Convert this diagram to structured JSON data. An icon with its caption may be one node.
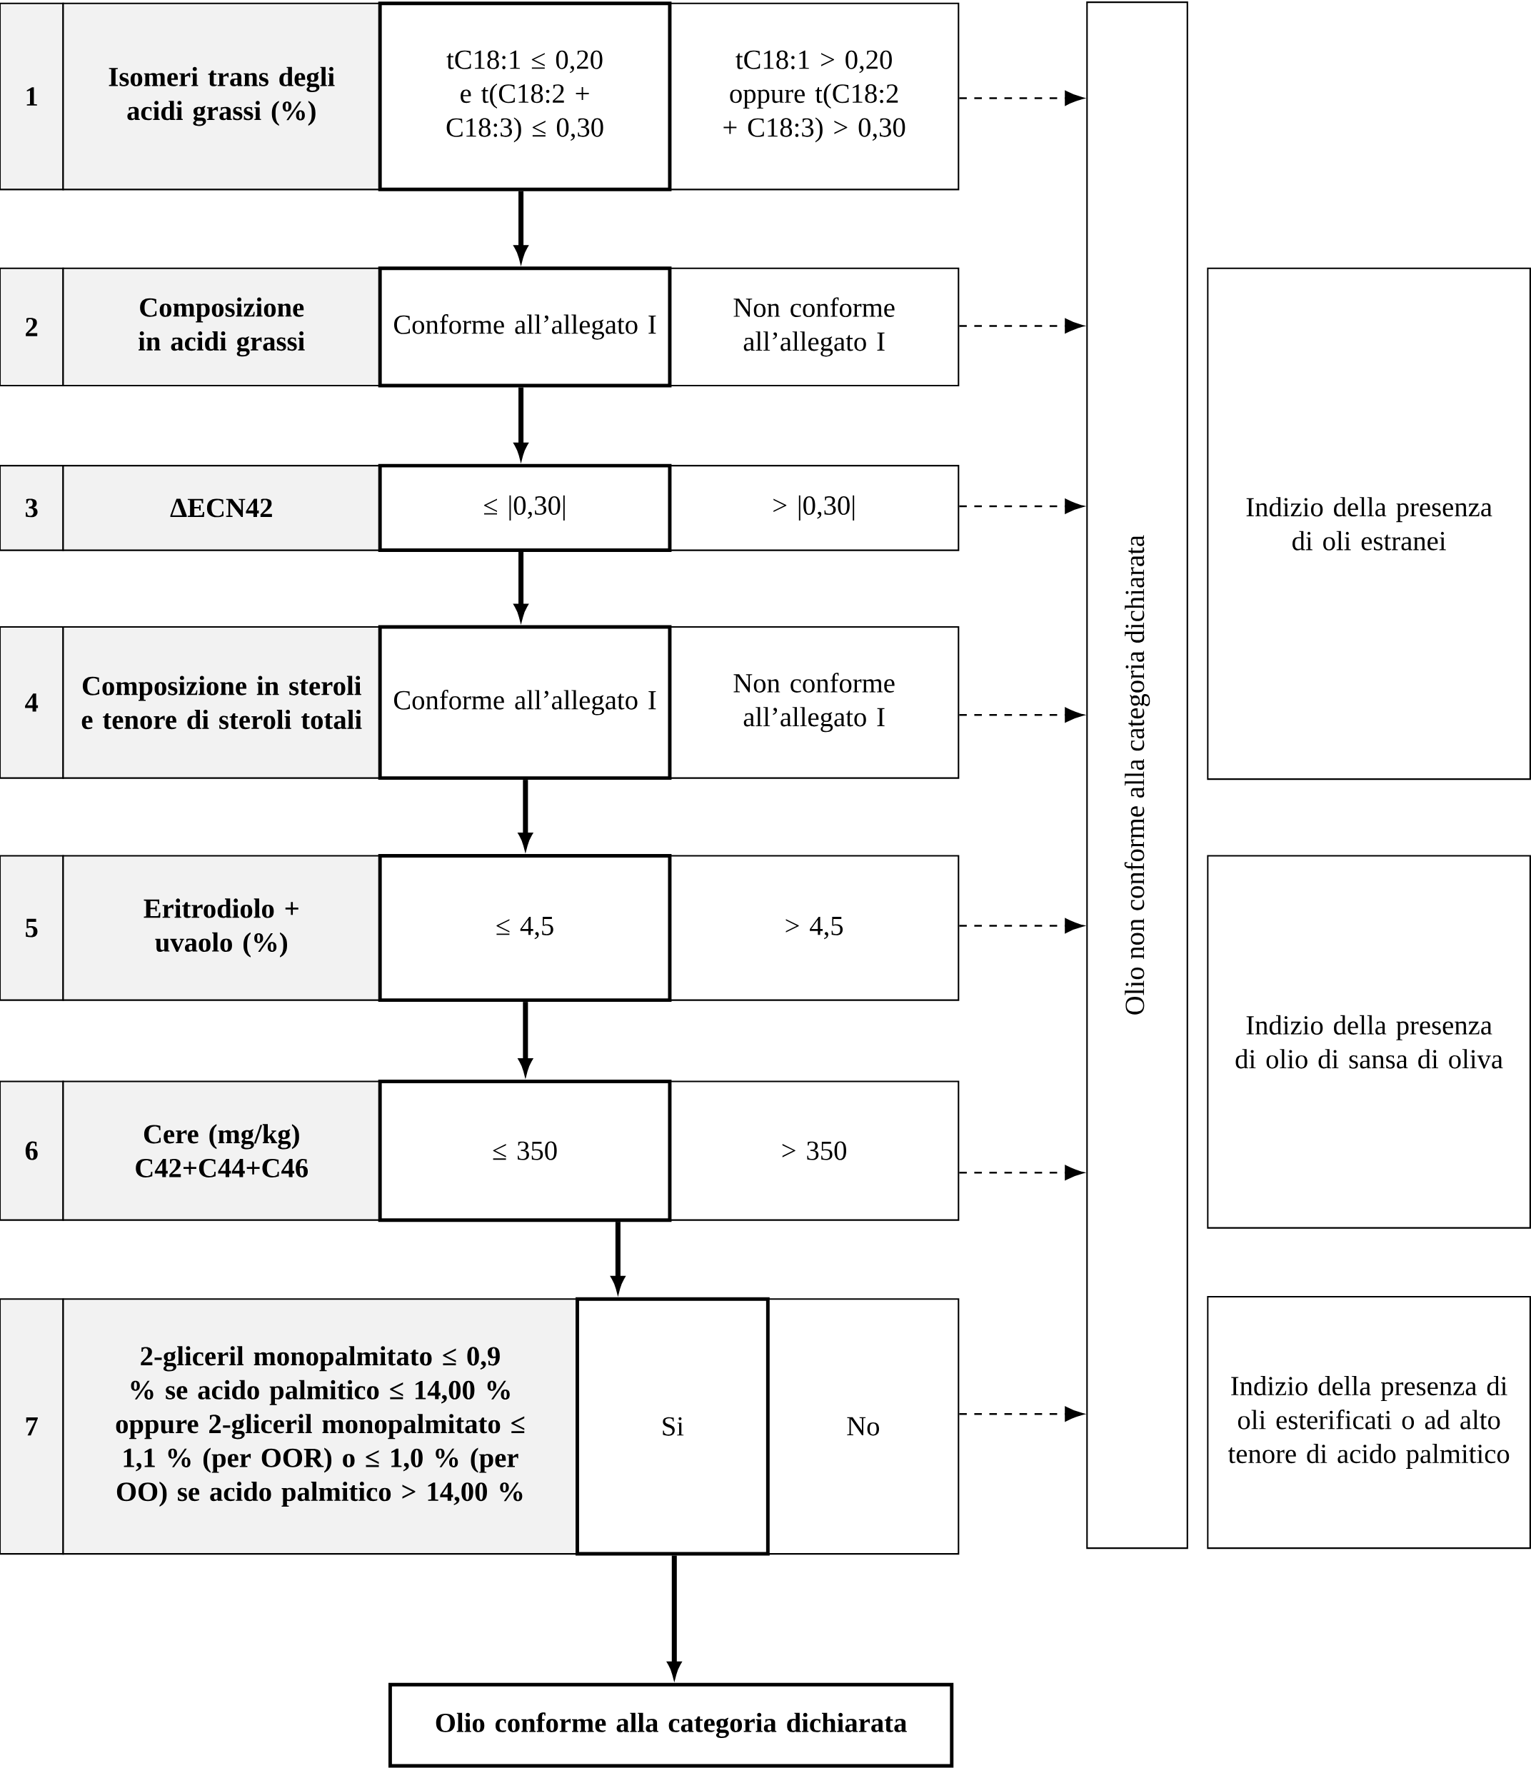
{
  "diagram": {
    "nodes": [
      {
        "text": [
          "1"
        ]
      },
      {
        "text": [
          "Isomeri trans degli acidi grassi (%)"
        ]
      },
      {
        "text": [
          "tC18:1 ≤ 0,20 e t(C18:2 + C18:3) ≤ 0,30"
        ]
      },
      {
        "text": [
          "tC18:1 > 0,20 oppure t(C18:2 + C18:3) > 0,30"
        ]
      },
      {
        "text": [
          "2"
        ]
      },
      {
        "text": [
          "Composizione in acidi grassi"
        ]
      },
      {
        "text": [
          "Conforme all’allegato I"
        ]
      },
      {
        "text": [
          "Non conforme all’allegato I"
        ]
      },
      {
        "text": [
          "3"
        ]
      },
      {
        "text": [
          "ΔECN42"
        ]
      },
      {
        "text": [
          "≤ |0,30|"
        ]
      },
      {
        "text": [
          "> |0,30|"
        ]
      },
      {
        "text": [
          "4"
        ]
      },
      {
        "text": [
          "Composizione in steroli e tenore di steroli totali"
        ]
      },
      {
        "text": [
          "Conforme all’allegato I"
        ]
      },
      {
        "text": [
          "Non conforme all’allegato I"
        ]
      },
      {
        "text": [
          "5"
        ]
      },
      {
        "text": [
          "Eritrodiolo + uvaolo (%)"
        ]
      },
      {
        "text": [
          "≤ 4,5"
        ]
      },
      {
        "text": [
          "> 4,5"
        ]
      },
      {
        "text": [
          "6"
        ]
      },
      {
        "text": [
          "Cere (mg/kg) C42+C44+C46"
        ]
      },
      {
        "text": [
          "≤ 350"
        ]
      },
      {
        "text": [
          "> 350"
        ]
      },
      {
        "text": [
          "7"
        ]
      },
      {
        "text": [
          "2-gliceril monopalmitato ≤ 0,9 % se acido palmitico ≤ 14,00 % oppure 2-gliceril monopalmitato ≤ 1,1 % (per OOR) o ≤ 1,0 % (per OO) se acido palmitico > 14,00 %"
        ]
      },
      {
        "text": [
          "Si"
        ]
      },
      {
        "text": [
          "No"
        ]
      },
      {
        "text": [
          "Olio conforme alla categoria dichiarata"
        ]
      },
      {
        "text": [
          "Olio non conforme alla categoria dichiarata"
        ]
      },
      {
        "text": [
          "Indizio della presenza di oli estranei"
        ]
      },
      {
        "text": [
          "Indizio della presenza di olio di sansa di oliva"
        ]
      },
      {
        "text": [
          "Indizio della presenza di oli esterificati o ad alto tenore di acido palmitico"
        ]
      }
    ],
    "edges": [
      {
        "from": 2,
        "to": 6,
        "arrow": "to",
        "style": "thick"
      },
      {
        "from": 6,
        "to": 10,
        "arrow": "to",
        "style": "thick"
      },
      {
        "from": 10,
        "to": 14,
        "arrow": "to",
        "style": "thick"
      },
      {
        "from": 14,
        "to": 18,
        "arrow": "to",
        "style": "thick"
      },
      {
        "from": 18,
        "to": 22,
        "arrow": "to",
        "style": "thick"
      },
      {
        "from": 22,
        "to": 26,
        "arrow": "to",
        "style": "thick"
      },
      {
        "from": 26,
        "to": 28,
        "arrow": "to",
        "style": "thick"
      },
      {
        "from": 3,
        "to": 29,
        "arrow": "to",
        "style": "dashed"
      },
      {
        "from": 7,
        "to": 29,
        "arrow": "to",
        "style": "dashed"
      },
      {
        "from": 11,
        "to": 29,
        "arrow": "to",
        "style": "dashed"
      },
      {
        "from": 15,
        "to": 29,
        "arrow": "to",
        "style": "dashed"
      },
      {
        "from": 19,
        "to": 29,
        "arrow": "to",
        "style": "dashed"
      },
      {
        "from": 23,
        "to": 29,
        "arrow": "to",
        "style": "dashed"
      },
      {
        "from": 27,
        "to": 29,
        "arrow": "to",
        "style": "dashed"
      }
    ]
  }
}
